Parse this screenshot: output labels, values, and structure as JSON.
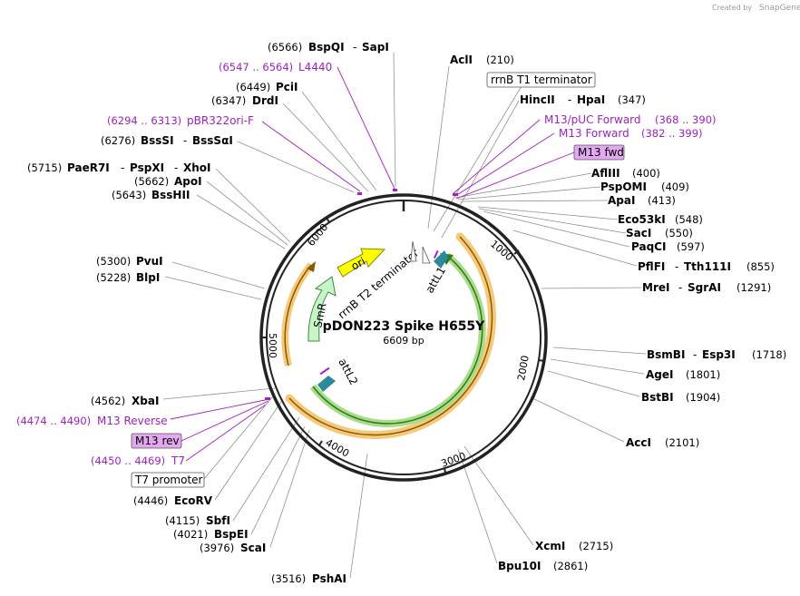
{
  "credit": {
    "prefix": "Created by",
    "brand": "SnapGene"
  },
  "plasmid": {
    "name": "pDON223 Spike H655Y",
    "length": "6609 bp"
  },
  "ticks": [
    "1000",
    "2000",
    "3000",
    "4000",
    "5000",
    "6000"
  ],
  "features": {
    "ori": "ori",
    "smr": "SmR",
    "rrnb_t2": "rrnB T2 terminator",
    "attl1": "attL1",
    "attl2": "attL2"
  },
  "sites": {
    "bspqi": {
      "pos": "(6566)",
      "name": "BspQI",
      "alias": "SapI"
    },
    "l4440": {
      "pos": "(6547 .. 6564)",
      "name": "L4440"
    },
    "pcii": {
      "pos": "(6449)",
      "name": "PciI"
    },
    "drdi": {
      "pos": "(6347)",
      "name": "DrdI"
    },
    "pbr322": {
      "pos": "(6294 .. 6313)",
      "name": "pBR322ori-F"
    },
    "bsssi": {
      "pos": "(6276)",
      "name": "BssSI",
      "alias": "BssSαI"
    },
    "paer7i": {
      "pos": "(5715)",
      "name": "PaeR7I",
      "alias1": "PspXI",
      "alias2": "XhoI"
    },
    "apoi": {
      "pos": "(5662)",
      "name": "ApoI"
    },
    "bsshii": {
      "pos": "(5643)",
      "name": "BssHII"
    },
    "pvui": {
      "pos": "(5300)",
      "name": "PvuI"
    },
    "blpi": {
      "pos": "(5228)",
      "name": "BlpI"
    },
    "xbai": {
      "pos": "(4562)",
      "name": "XbaI"
    },
    "m13rev": {
      "pos": "(4474 .. 4490)",
      "name": "M13 Reverse"
    },
    "m13revbox": {
      "name": "M13 rev"
    },
    "t7": {
      "pos": "(4450 .. 4469)",
      "name": "T7"
    },
    "t7prom": {
      "name": "T7 promoter"
    },
    "ecorv": {
      "pos": "(4446)",
      "name": "EcoRV"
    },
    "sbfi": {
      "pos": "(4115)",
      "name": "SbfI"
    },
    "bspei": {
      "pos": "(4021)",
      "name": "BspEI"
    },
    "scai": {
      "pos": "(3976)",
      "name": "ScaI"
    },
    "pshai": {
      "pos": "(3516)",
      "name": "PshAI"
    },
    "acli": {
      "pos": "(210)",
      "name": "AclI"
    },
    "rrnbt1": {
      "name": "rrnB T1 terminator"
    },
    "hincii": {
      "pos": "(347)",
      "name": "HincII",
      "alias": "HpaI"
    },
    "m13puc": {
      "pos": "(368 .. 390)",
      "name": "M13/pUC Forward"
    },
    "m13fwd": {
      "pos": "(382 .. 399)",
      "name": "M13 Forward"
    },
    "m13fwdbox": {
      "name": "M13 fwd"
    },
    "aflii": {
      "pos": "(400)",
      "name": "AflIII"
    },
    "pspomi": {
      "pos": "(409)",
      "name": "PspOMI"
    },
    "apai": {
      "pos": "(413)",
      "name": "ApaI"
    },
    "eco53ki": {
      "pos": "(548)",
      "name": "Eco53kI"
    },
    "saci": {
      "pos": "(550)",
      "name": "SacI"
    },
    "paqci": {
      "pos": "(597)",
      "name": "PaqCI"
    },
    "pflfi": {
      "pos": "(855)",
      "name": "PflFI",
      "alias": "Tth111I"
    },
    "mrei": {
      "pos": "(1291)",
      "name": "MreI",
      "alias": "SgrAI"
    },
    "bsmbi": {
      "pos": "(1718)",
      "name": "BsmBI",
      "alias": "Esp3I"
    },
    "agei": {
      "pos": "(1801)",
      "name": "AgeI"
    },
    "bstbi": {
      "pos": "(1904)",
      "name": "BstBI"
    },
    "acci": {
      "pos": "(2101)",
      "name": "AccI"
    },
    "xcmi": {
      "pos": "(2715)",
      "name": "XcmI"
    },
    "bpu10i": {
      "pos": "(2861)",
      "name": "Bpu10I"
    }
  },
  "colors": {
    "backbone": "#222222",
    "orange_feature": "#f6c97a",
    "green_feature": "#a8dc88",
    "ori": "#ffff00",
    "smr": "#c8f5c8",
    "primer": "#a020c0",
    "primer_box": "#e4a8f0",
    "att": "#2a8a9a"
  }
}
